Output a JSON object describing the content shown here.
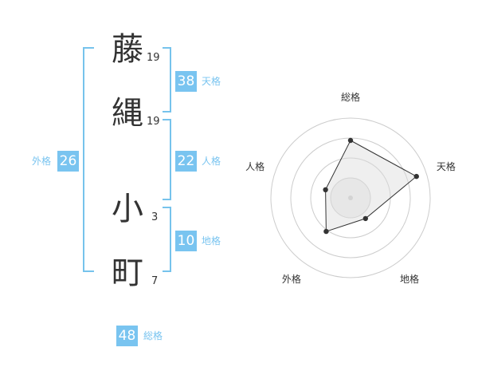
{
  "name": {
    "chars": [
      {
        "char": "藤",
        "strokes": "19"
      },
      {
        "char": "縄",
        "strokes": "19"
      },
      {
        "char": "小",
        "strokes": "3"
      },
      {
        "char": "町",
        "strokes": "7"
      }
    ]
  },
  "fortunes": {
    "tenkaku": {
      "value": "38",
      "label": "天格"
    },
    "jinkaku": {
      "value": "22",
      "label": "人格"
    },
    "chikaku": {
      "value": "10",
      "label": "地格"
    },
    "gaikaku": {
      "value": "26",
      "label": "外格"
    },
    "soukaku": {
      "value": "48",
      "label": "総格"
    }
  },
  "radar": {
    "axes": [
      "総格",
      "天格",
      "地格",
      "外格",
      "人格"
    ],
    "values": [
      0.72,
      0.87,
      0.32,
      0.52,
      0.33
    ],
    "rings": 4
  },
  "colors": {
    "accent": "#79c4f0",
    "bracket": "#76c3ec",
    "text": "#333333"
  }
}
